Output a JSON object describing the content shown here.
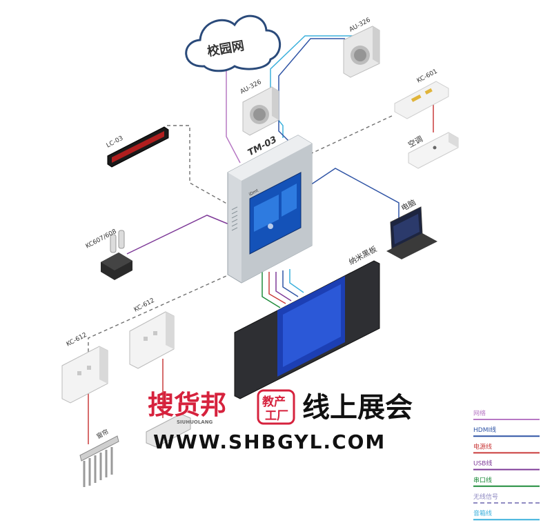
{
  "diagram": {
    "cloud_label": "校园网",
    "controller": {
      "name": "TM-03",
      "brand": "iDmt"
    },
    "devices": {
      "speaker_left": "AU-326",
      "speaker_right": "AU-326",
      "kc601": "KC-601",
      "air_conditioner": "空调",
      "computer": "电脑",
      "led_display": "LC-03",
      "socket": "KC607/608",
      "switch_1": "KC-612",
      "switch_2": "KC-612",
      "curtain": "窗帘",
      "nano_blackboard": "纳米黑板"
    }
  },
  "legend": [
    {
      "label": "网络",
      "color": "#b778c4",
      "style": "solid"
    },
    {
      "label": "HDMI线",
      "color": "#2f54a5",
      "style": "solid"
    },
    {
      "label": "电源线",
      "color": "#c93a3a",
      "style": "solid"
    },
    {
      "label": "USB线",
      "color": "#7e3a98",
      "style": "solid"
    },
    {
      "label": "串口线",
      "color": "#1f8c3b",
      "style": "solid"
    },
    {
      "label": "无线信号",
      "color": "#8f8ac2",
      "style": "dashed"
    },
    {
      "label": "音箱线",
      "color": "#3bb0dc",
      "style": "solid"
    }
  ],
  "watermark": {
    "brand": "搜货邦",
    "brand_en": "SIUHUOLANG",
    "badge_line1": "教产",
    "badge_line2": "工厂",
    "slogan": "线上展会",
    "url": "WWW.SHBGYL.COM"
  }
}
